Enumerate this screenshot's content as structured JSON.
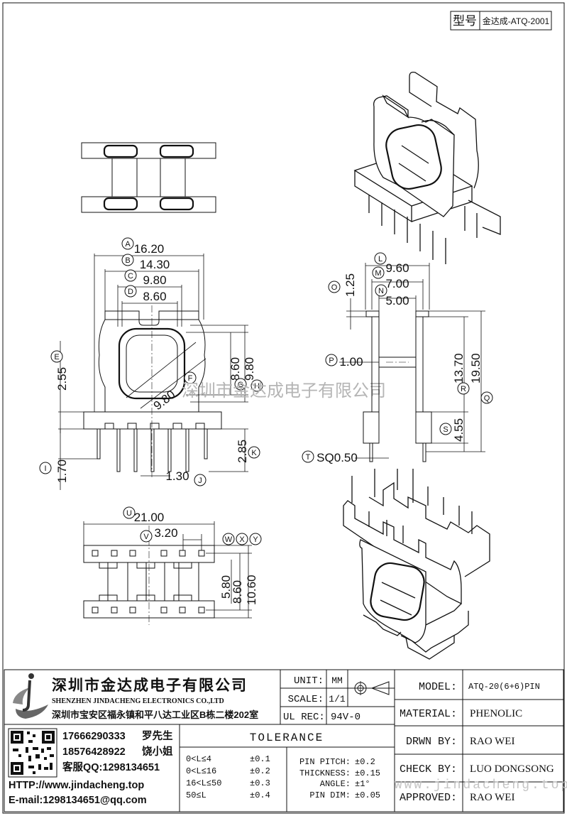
{
  "header": {
    "model_tag_label": "型号",
    "model_tag_value": "金达成-ATQ-2001"
  },
  "watermark_center": "深圳市金达成电子有限公司",
  "watermark_footer": "www.jindacheng.top",
  "front_view": {
    "dims": {
      "A": "16.20",
      "B": "14.30",
      "C": "9.80",
      "D": "8.60",
      "E": "2.55",
      "F": "9.80",
      "G": "8.60",
      "H": "9.80",
      "I": "1.70",
      "J": "1.30",
      "K": "2.85"
    },
    "letters": [
      "A",
      "B",
      "C",
      "D",
      "E",
      "F",
      "G",
      "H",
      "I",
      "J",
      "K"
    ]
  },
  "side_view": {
    "dims": {
      "L": "9.60",
      "M": "7.00",
      "N": "5.00",
      "O": "1.25",
      "P": "1.00",
      "Q": "19.50",
      "R": "13.70",
      "S": "4.55",
      "T": "SQ0.50"
    },
    "letters": [
      "L",
      "M",
      "N",
      "O",
      "P",
      "Q",
      "R",
      "S",
      "T"
    ]
  },
  "bottom_view": {
    "dims": {
      "U": "21.00",
      "V": "3.20",
      "W": "5.80",
      "X": "8.60",
      "Y": "10.60"
    },
    "letters": [
      "U",
      "V",
      "W",
      "X",
      "Y"
    ]
  },
  "title_block": {
    "company_cn": "深圳市金达成电子有限公司",
    "company_en": "SHENZHEN JINDACHENG ELECTRONICS CO.,LTD",
    "address": "深圳市宝安区福永镇和平八达工业区B栋二楼202室",
    "unit_label": "UNIT:",
    "unit_value": "MM",
    "scale_label": "SCALE:",
    "scale_value": "1/1",
    "ulrec_label": "UL REC:",
    "ulrec_value": "94V-0",
    "model_label": "MODEL:",
    "model_value": "ATQ-20(6+6)PIN",
    "material_label": "MATERIAL:",
    "material_value": "PHENOLIC",
    "drwn_label": "DRWN BY:",
    "drwn_value": "RAO WEI",
    "check_label": "CHECK BY:",
    "check_value": "LUO DONGSONG",
    "approved_label": "APPROVED:",
    "approved_value": "RAO WEI",
    "tolerance_title": "TOLERANCE",
    "tolerances": [
      {
        "range": "0<L≤4",
        "value": "±0.1"
      },
      {
        "range": "0<L≤16",
        "value": "±0.2"
      },
      {
        "range": "16<L≤50",
        "value": "±0.3"
      },
      {
        "range": "50≤L",
        "value": "±0.4"
      }
    ],
    "pin_specs": [
      {
        "label": "PIN PITCH:",
        "value": "±0.2"
      },
      {
        "label": "THICKNESS:",
        "value": "±0.15"
      },
      {
        "label": "ANGLE:",
        "value": "±1°"
      },
      {
        "label": "PIN DIM:",
        "value": "±0.05"
      }
    ],
    "contacts": [
      {
        "phone": "17666290333",
        "name": "罗先生"
      },
      {
        "phone": "18576428922",
        "name": "饶小姐"
      }
    ],
    "qq": "客服QQ:1298134651",
    "http": "HTTP://www.jindacheng.top",
    "email": "E-mail:1298134651@qq.com"
  }
}
